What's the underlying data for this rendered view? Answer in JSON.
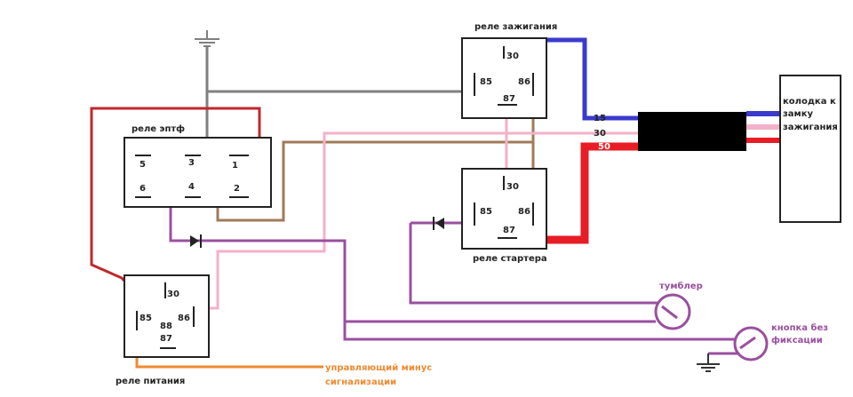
{
  "relays": {
    "ignition": {
      "title": "реле зажигания",
      "pins": [
        "30",
        "85",
        "86",
        "87"
      ]
    },
    "eptf": {
      "title": "реле эптф",
      "pins": [
        "5",
        "3",
        "1",
        "6",
        "4",
        "2"
      ]
    },
    "starter": {
      "title": "реле стартера",
      "pins": [
        "30",
        "85",
        "86",
        "87"
      ]
    },
    "power": {
      "title": "реле питания",
      "pins": [
        "30",
        "85",
        "88",
        "86",
        "87"
      ]
    }
  },
  "connector": {
    "line1": "колодка к",
    "line2": "замку",
    "line3": "зажигания",
    "pins": [
      "15",
      "30",
      "50"
    ]
  },
  "toggle": {
    "label": "тумблер"
  },
  "button": {
    "line1": "кнопка без",
    "line2": "фиксации"
  },
  "alarm": {
    "line1": "управляющий минус",
    "line2": "сигнализации"
  },
  "colors": {
    "blue": "#3a3acc",
    "pink": "#f4b0c8",
    "red": "#e81c24",
    "brown": "#a07a58",
    "gray": "#808080",
    "purple": "#9a4fa0",
    "darkred": "#c0282c",
    "orange": "#f08a30",
    "black": "#000000"
  }
}
